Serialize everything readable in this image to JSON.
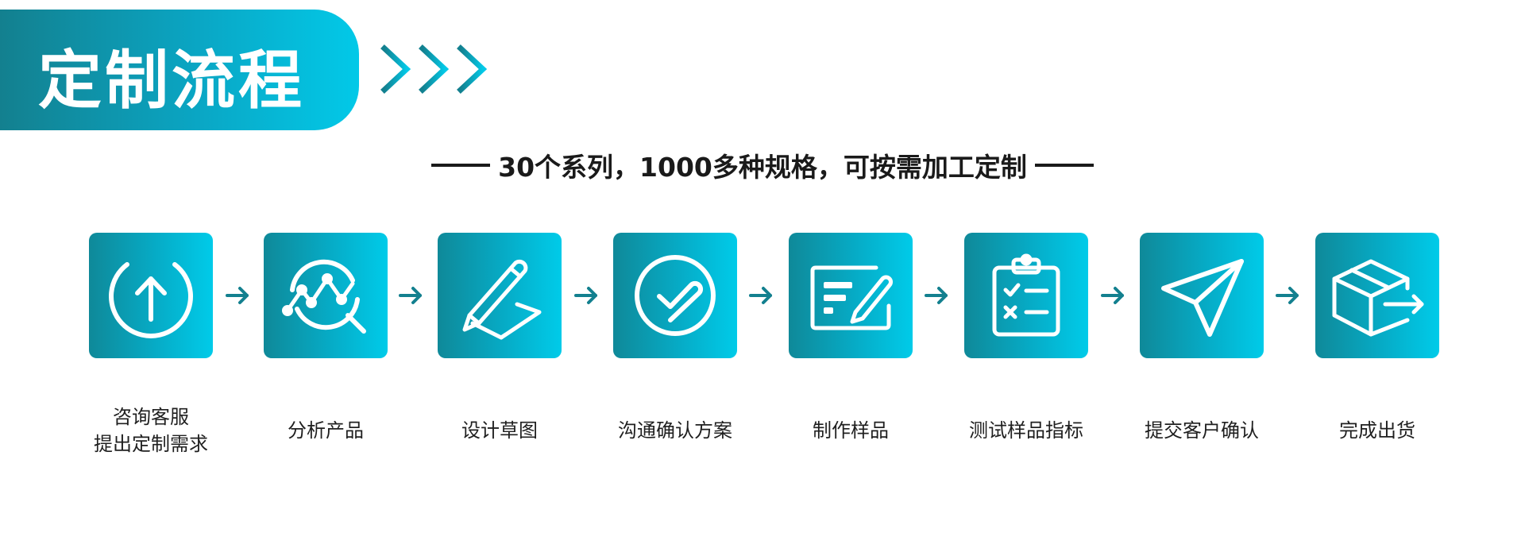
{
  "header": {
    "title": "定制流程"
  },
  "subtitle": "30个系列，1000多种规格，可按需加工定制",
  "colors": {
    "gradient_dark": "#13808f",
    "gradient_light": "#02c9e8",
    "arrow": "#13808f",
    "text": "#1f1f1f"
  },
  "steps": [
    {
      "icon": "upload-circle-icon",
      "label_line1": "咨询客服",
      "label_line2": "提出定制需求"
    },
    {
      "icon": "analysis-magnifier-icon",
      "label_line1": "分析产品"
    },
    {
      "icon": "pencil-design-icon",
      "label_line1": "设计草图"
    },
    {
      "icon": "check-circle-icon",
      "label_line1": "沟通确认方案"
    },
    {
      "icon": "edit-form-icon",
      "label_line1": "制作样品"
    },
    {
      "icon": "clipboard-checklist-icon",
      "label_line1": "测试样品指标"
    },
    {
      "icon": "paper-plane-icon",
      "label_line1": "提交客户确认"
    },
    {
      "icon": "box-shipping-icon",
      "label_line1": "完成出货"
    }
  ]
}
